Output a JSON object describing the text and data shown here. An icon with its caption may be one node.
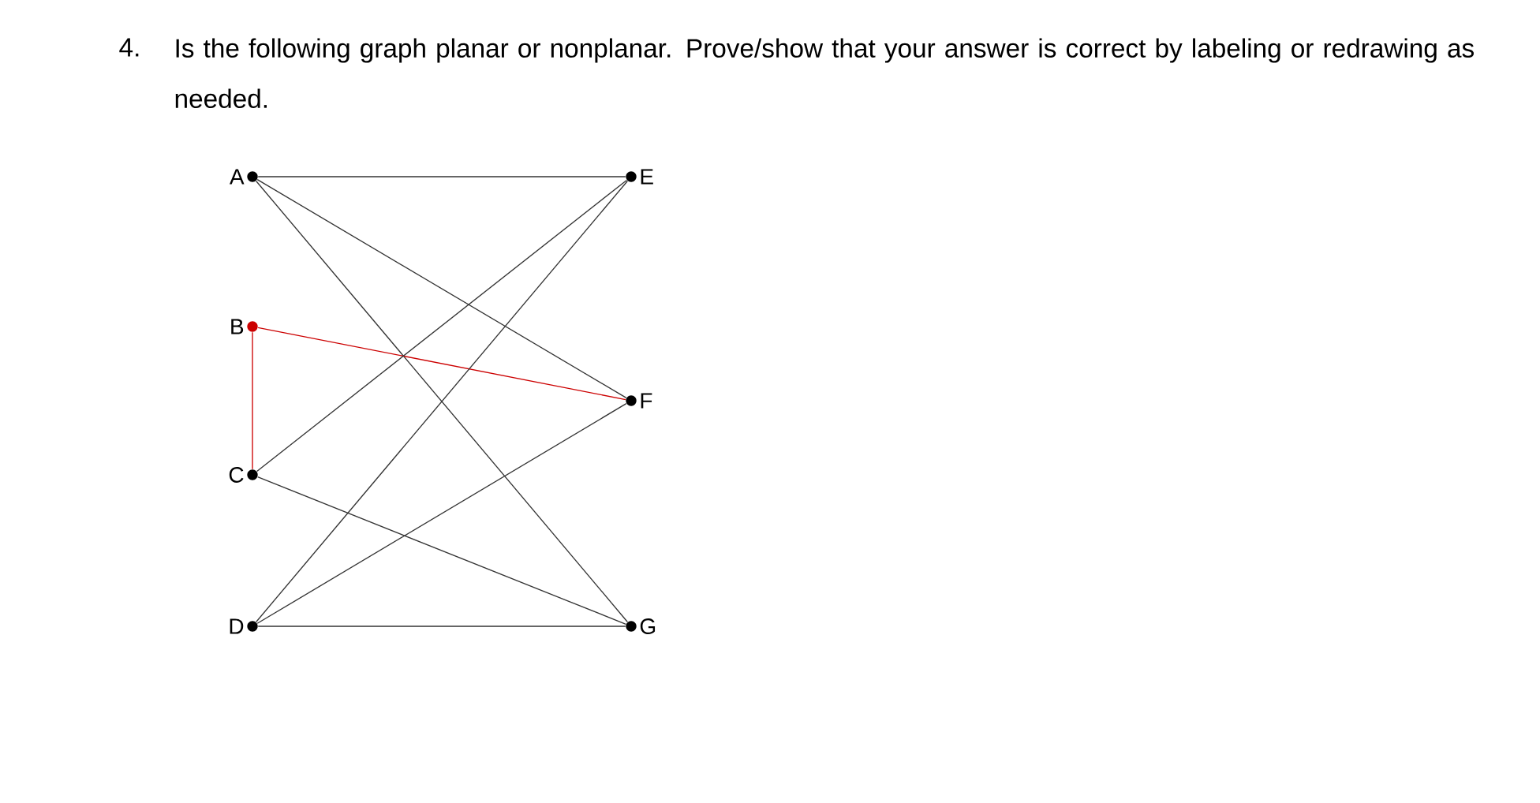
{
  "diagram": {
    "title": "Is the following graph planar or nonplanar. Prove/show that your answer is correct by labeling or redrawing as needed.",
    "nodes": [
      {
        "text": [
          "A"
        ]
      },
      {
        "text": [
          "B"
        ]
      },
      {
        "text": [
          "C"
        ]
      },
      {
        "text": [
          "D"
        ]
      },
      {
        "text": [
          "E"
        ]
      },
      {
        "text": [
          "F"
        ]
      },
      {
        "text": [
          "G"
        ]
      }
    ],
    "edges": [
      {
        "from": 0,
        "to": 4,
        "arrow": "none"
      },
      {
        "from": 0,
        "to": 5,
        "arrow": "none"
      },
      {
        "from": 0,
        "to": 6,
        "arrow": "none"
      },
      {
        "from": 1,
        "to": 5,
        "arrow": "none",
        "color": "#cc0000"
      },
      {
        "from": 1,
        "to": 2,
        "arrow": "none",
        "color": "#cc0000"
      },
      {
        "from": 2,
        "to": 4,
        "arrow": "none"
      },
      {
        "from": 2,
        "to": 6,
        "arrow": "none"
      },
      {
        "from": 3,
        "to": 4,
        "arrow": "none"
      },
      {
        "from": 3,
        "to": 5,
        "arrow": "none"
      },
      {
        "from": 3,
        "to": 6,
        "arrow": "none"
      }
    ],
    "labels": [
      "4."
    ]
  }
}
